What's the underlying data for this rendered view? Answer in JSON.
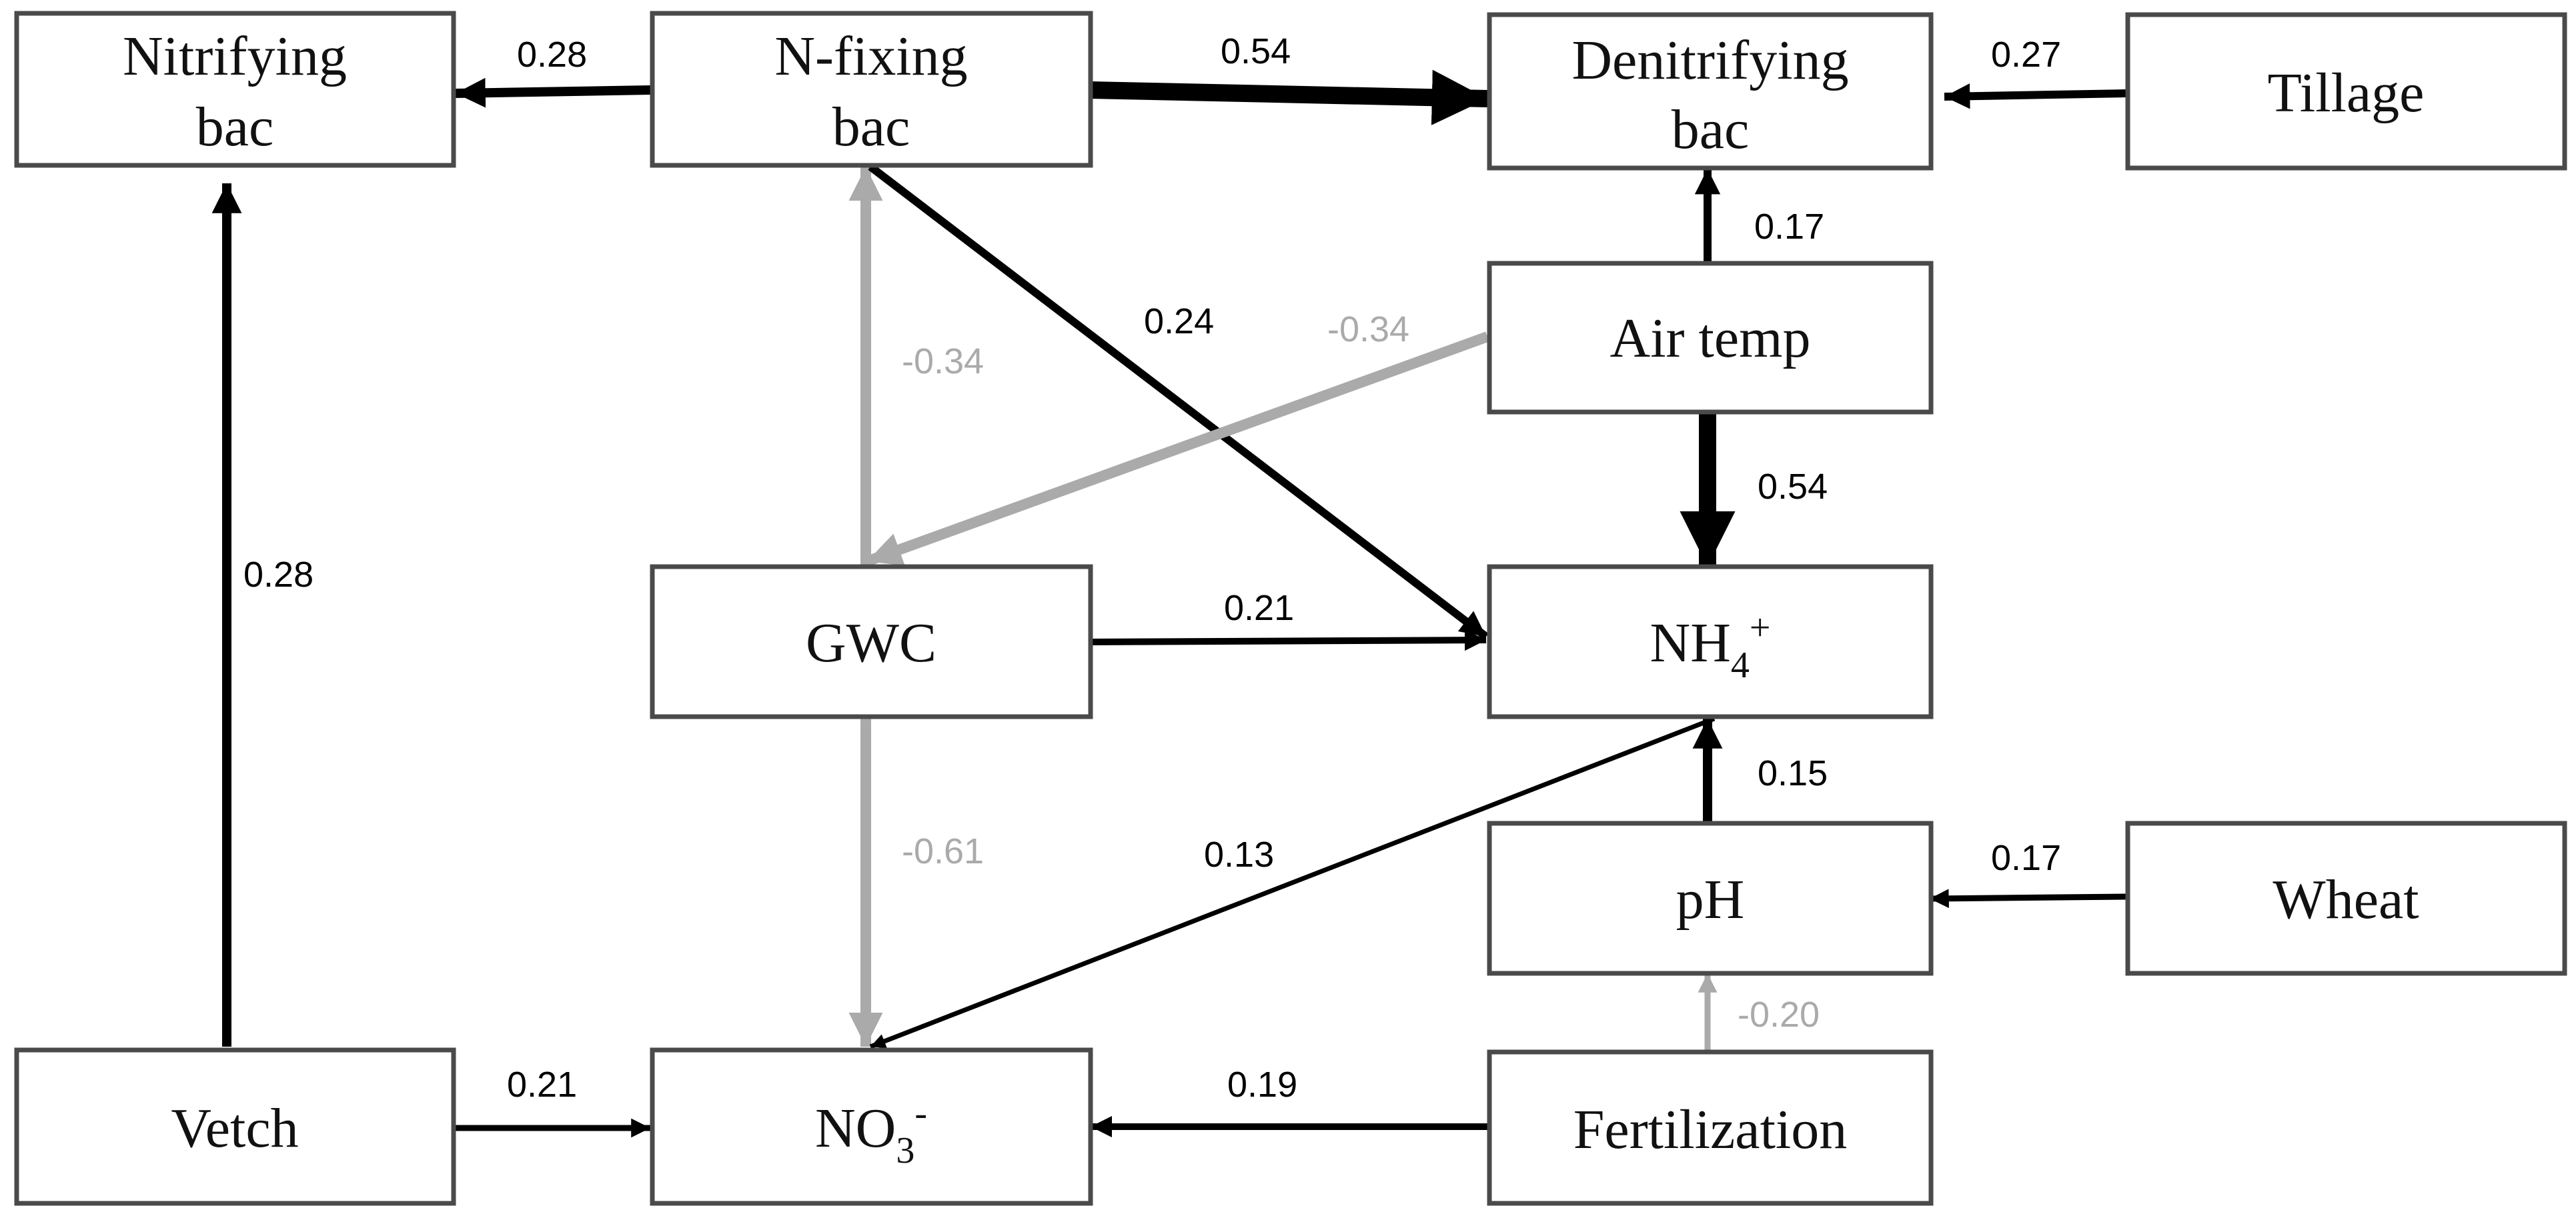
{
  "colors": {
    "positive": "#000000",
    "negative": "#aaaaaa",
    "box_border": "#4a4a4a"
  },
  "nodes": {
    "nitrifying": {
      "line1": "Nitrifying",
      "line2": "bac"
    },
    "nfixing": {
      "line1": "N-fixing",
      "line2": "bac"
    },
    "denitrifying": {
      "line1": "Denitrifying",
      "line2": "bac"
    },
    "tillage": {
      "label": "Tillage"
    },
    "airtemp": {
      "label": "Air temp"
    },
    "gwc": {
      "label": "GWC"
    },
    "nh4": {
      "base": "NH",
      "sub": "4",
      "sup": "+"
    },
    "ph": {
      "label": "pH"
    },
    "wheat": {
      "label": "Wheat"
    },
    "vetch": {
      "label": "Vetch"
    },
    "no3": {
      "base": "NO",
      "sub": "3",
      "sup": "-"
    },
    "fertilization": {
      "label": "Fertilization"
    }
  },
  "paths": [
    {
      "from": "N-fixing bac",
      "to": "Nitrifying bac",
      "coef": "0.28",
      "sign": "positive"
    },
    {
      "from": "N-fixing bac",
      "to": "Denitrifying bac",
      "coef": "0.54",
      "sign": "positive"
    },
    {
      "from": "Tillage",
      "to": "Denitrifying bac",
      "coef": "0.27",
      "sign": "positive"
    },
    {
      "from": "Air temp",
      "to": "Denitrifying bac",
      "coef": "0.17",
      "sign": "positive"
    },
    {
      "from": "GWC",
      "to": "N-fixing bac",
      "coef": "-0.34",
      "sign": "negative"
    },
    {
      "from": "N-fixing bac",
      "to": "NH4+",
      "coef": "0.24",
      "sign": "positive"
    },
    {
      "from": "Air temp",
      "to": "GWC",
      "coef": "-0.34",
      "sign": "negative"
    },
    {
      "from": "Air temp",
      "to": "NH4+",
      "coef": "0.54",
      "sign": "positive"
    },
    {
      "from": "Vetch",
      "to": "Nitrifying bac",
      "coef": "0.28",
      "sign": "positive"
    },
    {
      "from": "GWC",
      "to": "NH4+",
      "coef": "0.21",
      "sign": "positive"
    },
    {
      "from": "GWC",
      "to": "NO3-",
      "coef": "-0.61",
      "sign": "negative"
    },
    {
      "from": "NH4+",
      "to": "NO3-",
      "coef": "0.13",
      "sign": "positive"
    },
    {
      "from": "pH",
      "to": "NH4+",
      "coef": "0.15",
      "sign": "positive"
    },
    {
      "from": "Wheat",
      "to": "pH",
      "coef": "0.17",
      "sign": "positive"
    },
    {
      "from": "Fertilization",
      "to": "pH",
      "coef": "-0.20",
      "sign": "negative"
    },
    {
      "from": "Vetch",
      "to": "NO3-",
      "coef": "0.21",
      "sign": "positive"
    },
    {
      "from": "Fertilization",
      "to": "NO3-",
      "coef": "0.19",
      "sign": "positive"
    }
  ]
}
